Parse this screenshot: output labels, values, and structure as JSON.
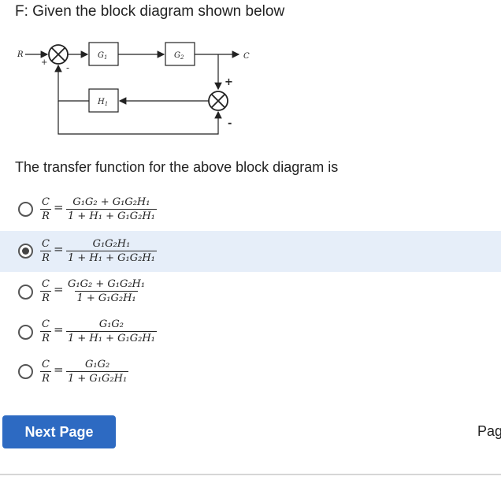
{
  "question": {
    "title": "F: Given the block diagram shown below",
    "prompt": "The transfer function for the above block diagram is"
  },
  "diagram": {
    "input_label": "R",
    "output_label": "C",
    "block_g1": "G1",
    "block_g2": "G2",
    "block_h1": "H1",
    "sum1_top_sign": "+",
    "sum1_bottom_sign": "-",
    "sum2_top_sign": "+",
    "sum2_bottom_sign": "-"
  },
  "options": [
    {
      "lhs_num": "C",
      "lhs_den": "R",
      "num": "G₁G₂ + G₁G₂H₁",
      "den": "1 + H₁ + G₁G₂H₁",
      "selected": false
    },
    {
      "lhs_num": "C",
      "lhs_den": "R",
      "num": "G₁G₂H₁",
      "den": "1 + H₁ + G₁G₂H₁",
      "selected": true
    },
    {
      "lhs_num": "C",
      "lhs_den": "R",
      "num": "G₁G₂ + G₁G₂H₁",
      "den": "1 + G₁G₂H₁",
      "selected": false
    },
    {
      "lhs_num": "C",
      "lhs_den": "R",
      "num": "G₁G₂",
      "den": "1 + H₁ + G₁G₂H₁",
      "selected": false
    },
    {
      "lhs_num": "C",
      "lhs_den": "R",
      "num": "G₁G₂",
      "den": "1 + G₁G₂H₁",
      "selected": false
    }
  ],
  "equals_sign": "=",
  "footer": {
    "next_label": "Next Page",
    "page_label": "Pag"
  },
  "colors": {
    "accent": "#2d6ac2",
    "selected_row": "#e6eef9"
  }
}
